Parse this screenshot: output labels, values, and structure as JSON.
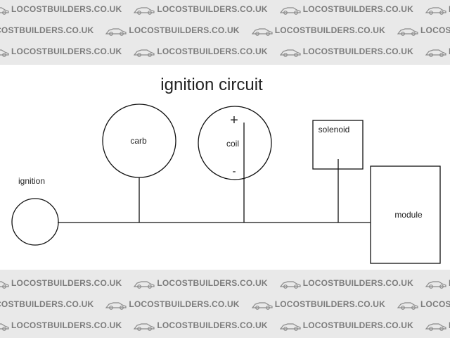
{
  "watermark": {
    "text": "LOCOSTBUILDERS.CO.UK"
  },
  "diagram": {
    "title": "ignition circuit",
    "nodes": {
      "ignition": "ignition",
      "carb": "carb",
      "coil": "coil",
      "coil_plus": "+",
      "coil_minus": "-",
      "solenoid": "solenoid",
      "module": "module"
    }
  }
}
